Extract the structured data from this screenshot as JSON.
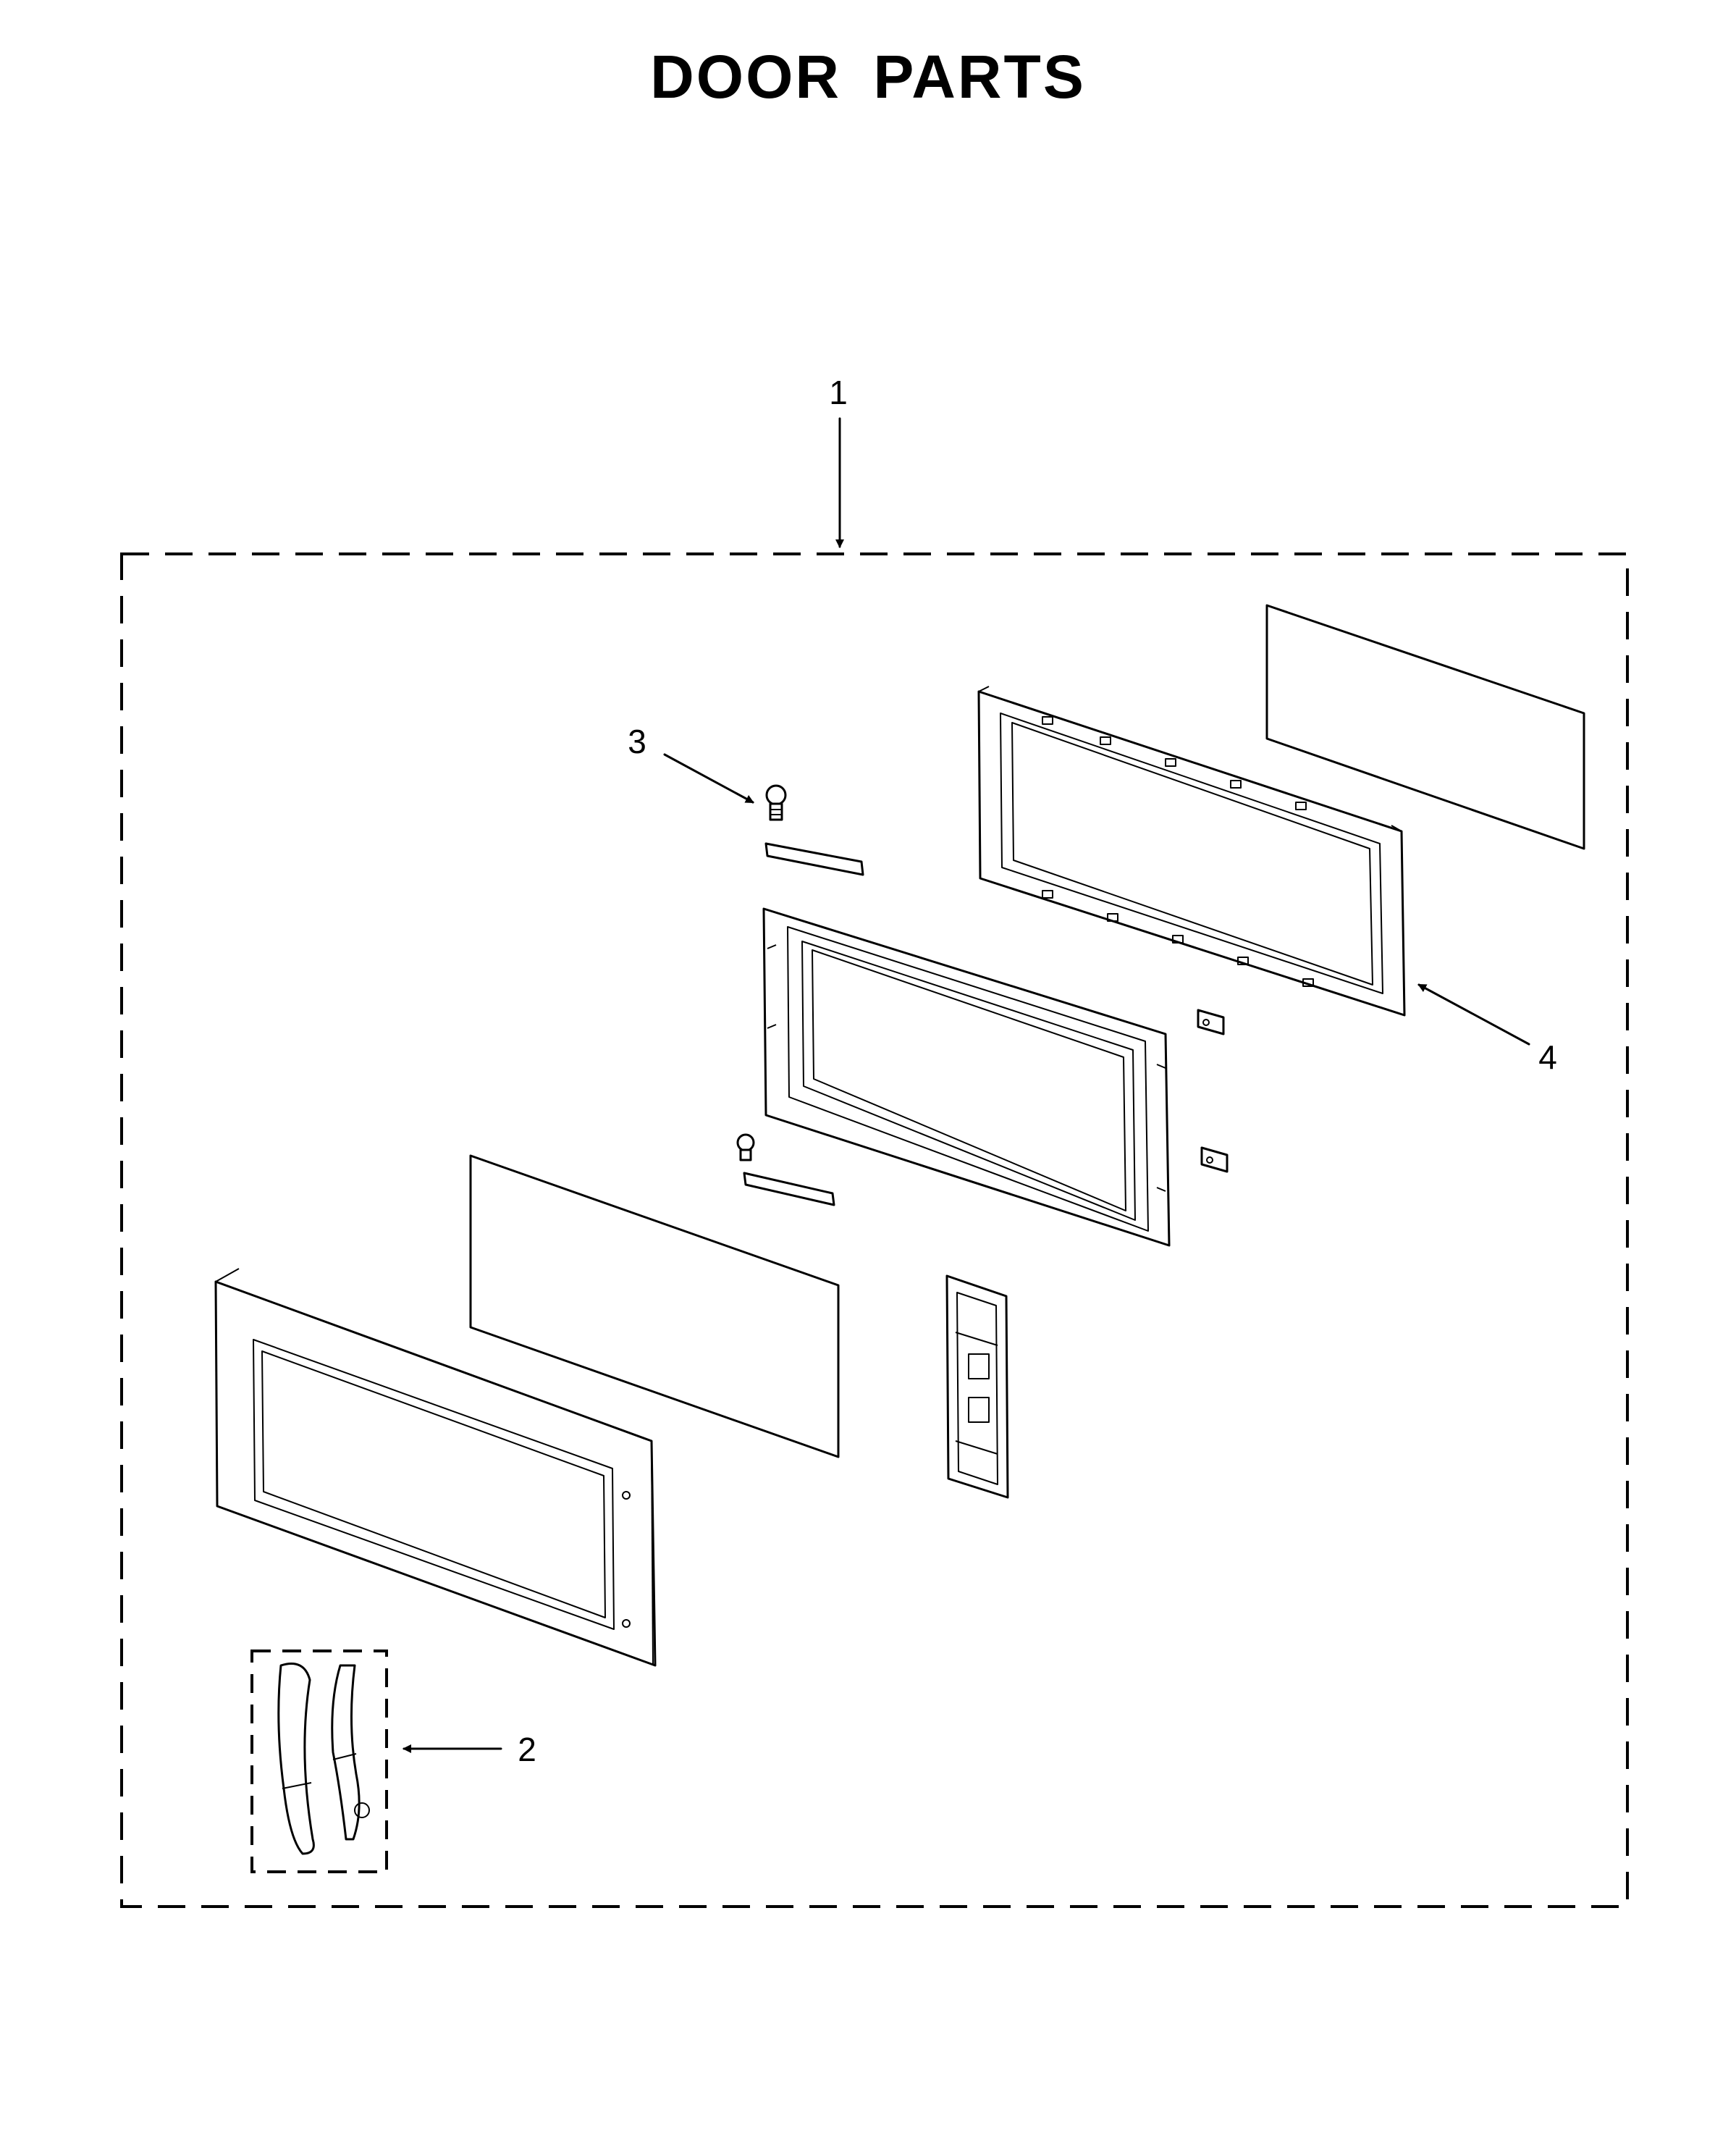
{
  "title": "DOOR PARTS",
  "callouts": [
    "1",
    "2",
    "3",
    "4"
  ]
}
